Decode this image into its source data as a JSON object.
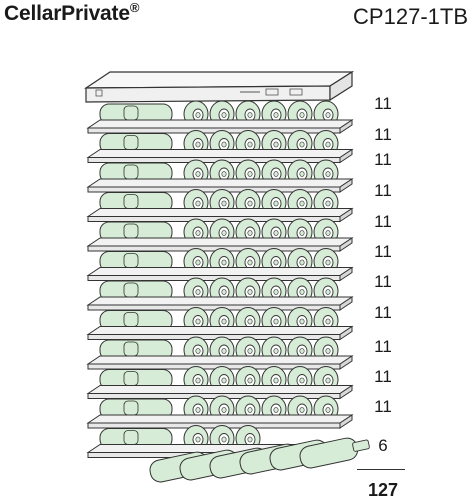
{
  "brand": {
    "name": "CellarPrivate",
    "mark": "®"
  },
  "model": "CP127-1TB",
  "shelf_counts": [
    "11",
    "11",
    "11",
    "11",
    "11",
    "11",
    "11",
    "11",
    "11",
    "11",
    "11",
    "6"
  ],
  "total": "127",
  "colors": {
    "bottle": "#d6ecd6",
    "outline": "#333333",
    "shelf": "#f2f2f2",
    "top_panel": "#f4f4f4"
  }
}
